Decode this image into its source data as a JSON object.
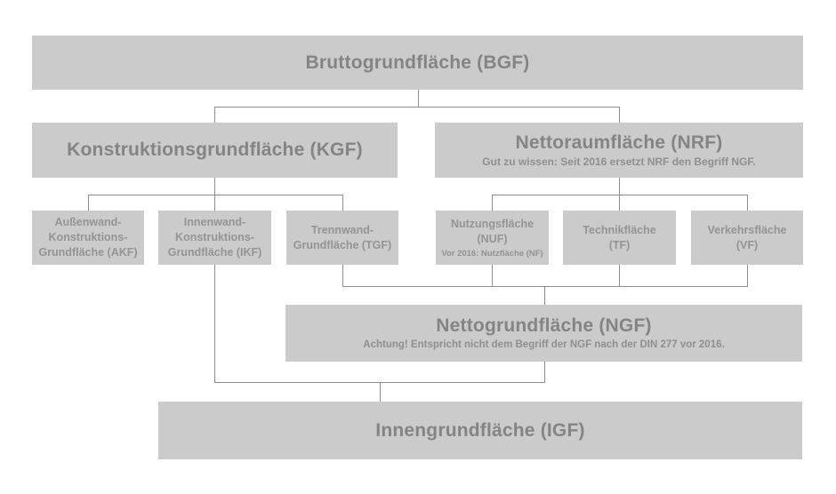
{
  "colors": {
    "box_background": "#cbcbcb",
    "title_text": "#848484",
    "small_text": "#949494",
    "note_text": "#8f8f8f",
    "connector_line": "#8c8c8c",
    "page_background": "#ffffff"
  },
  "nodes": {
    "bgf": {
      "label": "Bruttogrundfläche (BGF)"
    },
    "kgf": {
      "label": "Konstruktionsgrundfläche (KGF)"
    },
    "nrf": {
      "label": "Nettoraumfläche (NRF)",
      "note": "Gut zu wissen: Seit 2016 ersetzt NRF den Begriff NGF."
    },
    "akf": {
      "label": "Außenwand-\nKonstruktions-\nGrundfläche (AKF)"
    },
    "ikf": {
      "label": "Innenwand-\nKonstruktions-\nGrundfläche (IKF)"
    },
    "tgf": {
      "label": "Trennwand-\nGrundfläche (TGF)"
    },
    "nuf": {
      "label": "Nutzungsfläche\n(NUF)",
      "note": "Vor 2016: Nutzfläche (NF)"
    },
    "tf": {
      "label": "Technikfläche\n(TF)"
    },
    "vf": {
      "label": "Verkehrsfläche\n(VF)"
    },
    "ngf": {
      "label": "Nettogrundfläche (NGF)",
      "note": "Achtung! Entspricht nicht dem Begriff der NGF nach der DIN 277 vor 2016."
    },
    "igf": {
      "label": "Innengrundfläche (IGF)"
    }
  }
}
